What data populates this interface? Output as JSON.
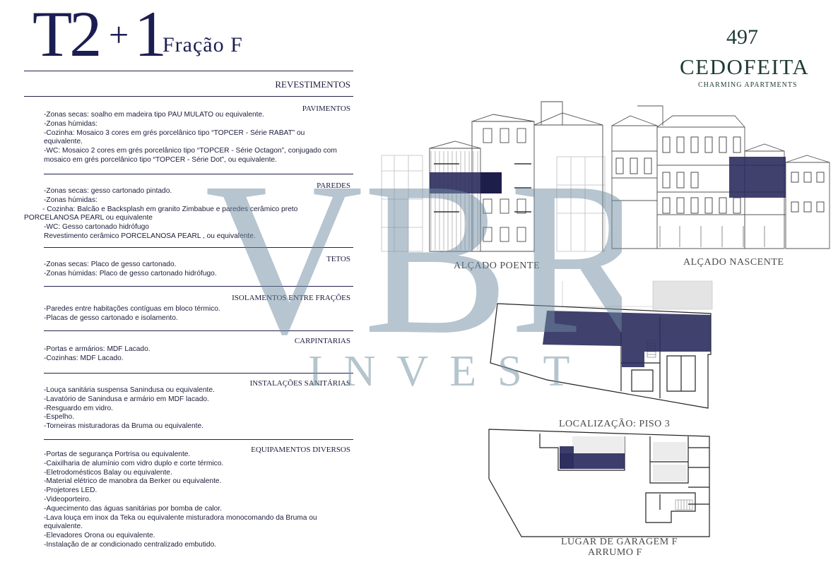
{
  "title": {
    "main": "T2",
    "plus": "+",
    "one": "1",
    "fraction": "Fração F"
  },
  "brand": {
    "number": "497",
    "name": "CEDOFEITA",
    "tagline": "CHARMING APARTMENTS"
  },
  "specs": {
    "heading": "REVESTIMENTOS",
    "pavimentos": {
      "title": "PAVIMENTOS",
      "lines": [
        "-Zonas secas: soalho em madeira tipo PAU MULATO ou equivalente.",
        "-Zonas húmidas:",
        "-Cozinha: Mosaico 3 cores em grés porcelânico tipo “TOPCER - Série RABAT” ou",
        "equivalente.",
        "-WC: Mosaico 2 cores em grés porcelânico tipo “TOPCER - Série Octagon”, conjugado com",
        "mosaico em grés porcelânico tipo “TOPCER - Série Dot”, ou equivalente."
      ]
    },
    "paredes": {
      "title": "PAREDES",
      "lines": [
        "-Zonas secas: gesso cartonado pintado.",
        "-Zonas húmidas:",
        "- Cozinha: Balcão e Backsplash em granito Zimbabue e paredes cerâmico preto",
        "PORCELANOSA PEARL ou equivalente",
        "-WC: Gesso cartonado hidrófugo",
        " Revestimento cerâmico PORCELANOSA PEARL , ou equivalente."
      ]
    },
    "tetos": {
      "title": "TETOS",
      "lines": [
        "-Zonas secas: Placo de gesso cartonado.",
        "-Zonas húmidas: Placo de gesso cartonado hidrófugo."
      ]
    },
    "isolamentos": {
      "title": "ISOLAMENTOS ENTRE FRAÇÕES",
      "lines": [
        "-Paredes entre habitações contíguas em bloco térmico.",
        "-Placas de gesso cartonado e isolamento."
      ]
    },
    "carpintarias": {
      "title": "CARPINTARIAS",
      "lines": [
        "-Portas e armários: MDF Lacado.",
        "-Cozinhas: MDF Lacado."
      ]
    },
    "instalacoes": {
      "title": "INSTALAÇÕES SANITÁRIAS",
      "lines": [
        "-Louça sanitária suspensa Sanindusa ou equivalente.",
        "-Lavatório de Sanindusa e armário em MDF lacado.",
        "-Resguardo em vidro.",
        "-Espelho.",
        "-Torneiras misturadoras da Bruma ou equivalente."
      ]
    },
    "equipamentos": {
      "title": "EQUIPAMENTOS DIVERSOS",
      "lines": [
        "-Portas de segurança Portrisa ou equivalente.",
        "-Caixilharia de alumínio com vidro duplo e corte térmico.",
        "-Eletrodomésticos Balay ou equivalente.",
        "-Material elétrico de manobra da Berker ou equivalente.",
        "-Projetores LED.",
        "-Videoporteiro.",
        "-Aquecimento das águas sanitárias por bomba de calor.",
        "-Lava louça em inox da Teka ou equivalente misturadora monocomando da Bruma ou",
        "equivalente.",
        "-Elevadores Orona ou equivalente.",
        "-Instalação de ar condicionado centralizado embutido."
      ]
    }
  },
  "drawings": {
    "alcado_poente": "ALÇADO POENTE",
    "alcado_nascente": "ALÇADO NASCENTE",
    "localizacao": "LOCALIZAÇÃO: PISO 3",
    "garagem_line1": "LUGAR DE GARAGEM   F",
    "garagem_line2": "ARRUMO   F"
  },
  "watermark": {
    "letters": "VBR",
    "word": "INVEST"
  },
  "colors": {
    "title": "#1c1d52",
    "brand": "#1f3a36",
    "highlight": "#2c2c5e",
    "watermark": "#7896a5"
  }
}
